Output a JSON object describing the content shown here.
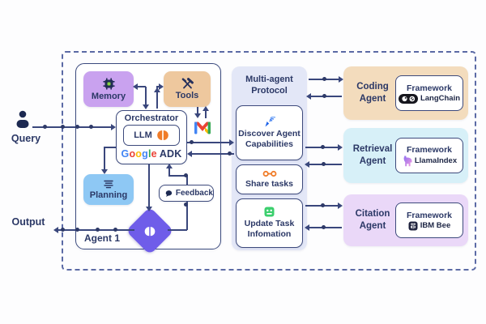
{
  "left": {
    "query_label": "Query",
    "output_label": "Output"
  },
  "agent1": {
    "label": "Agent 1",
    "memory_label": "Memory",
    "tools_label": "Tools",
    "orchestrator_label": "Orchestrator",
    "llm_label": "LLM",
    "google_letters": [
      "G",
      "o",
      "o",
      "g",
      "l",
      "e"
    ],
    "adk_label": "ADK",
    "planning_label": "Planning",
    "feedback_label": "Feedback"
  },
  "protocol": {
    "title": "Multi-agent Protocol",
    "discover_label": "Discover Agent Capabilities",
    "share_label": "Share tasks",
    "update_label": "Update Task Infomation"
  },
  "agents": [
    {
      "name": "Coding Agent",
      "framework_title": "Framework",
      "framework_name": "LangChain"
    },
    {
      "name": "Retrieval Agent",
      "framework_title": "Framework",
      "framework_name": "LlamaIndex"
    },
    {
      "name": "Citation Agent",
      "framework_title": "Framework",
      "framework_name": "IBM Bee"
    }
  ],
  "icons": {
    "user-icon": "person silhouette",
    "memory-chip-icon": "cpu chip with green core",
    "tools-hammer-icon": "crossed hammer and tool",
    "gmail-icon": "gmail M envelope",
    "brain-icon": "split orange brain",
    "planning-list-icon": "stacked text lines",
    "speech-bubble-icon": "filled chat bubble",
    "decision-diamond": "purple diamond with white brain",
    "signal-icon": "blue beacon with arcs",
    "link-icon": "orange chain link o-o",
    "checklist-icon": "green task square",
    "langchain-logo-icon": "black pill with parrot and link",
    "llamaindex-logo-icon": "purple-pink llama",
    "ibm-bee-logo-icon": "dark square with white bee"
  },
  "colors": {
    "line_navy": "#3a477c",
    "text_navy": "#2b3866",
    "memory_bg": "#c9a2ef",
    "tools_bg": "#eec89e",
    "planning_bg": "#8ec8f4",
    "protocol_bg": "#e3e7f7",
    "coding_bg": "#f3dcbd",
    "retrieval_bg": "#d7f0f8",
    "citation_bg": "#ead8f8",
    "diamond_purple": "#6f5de9",
    "accent_orange": "#f07c28",
    "accent_green": "#3bcf6d",
    "accent_blue": "#1e63e9",
    "google_blue": "#4285F4",
    "google_red": "#EA4335",
    "google_yellow": "#FBBC05",
    "google_green": "#34A853"
  }
}
